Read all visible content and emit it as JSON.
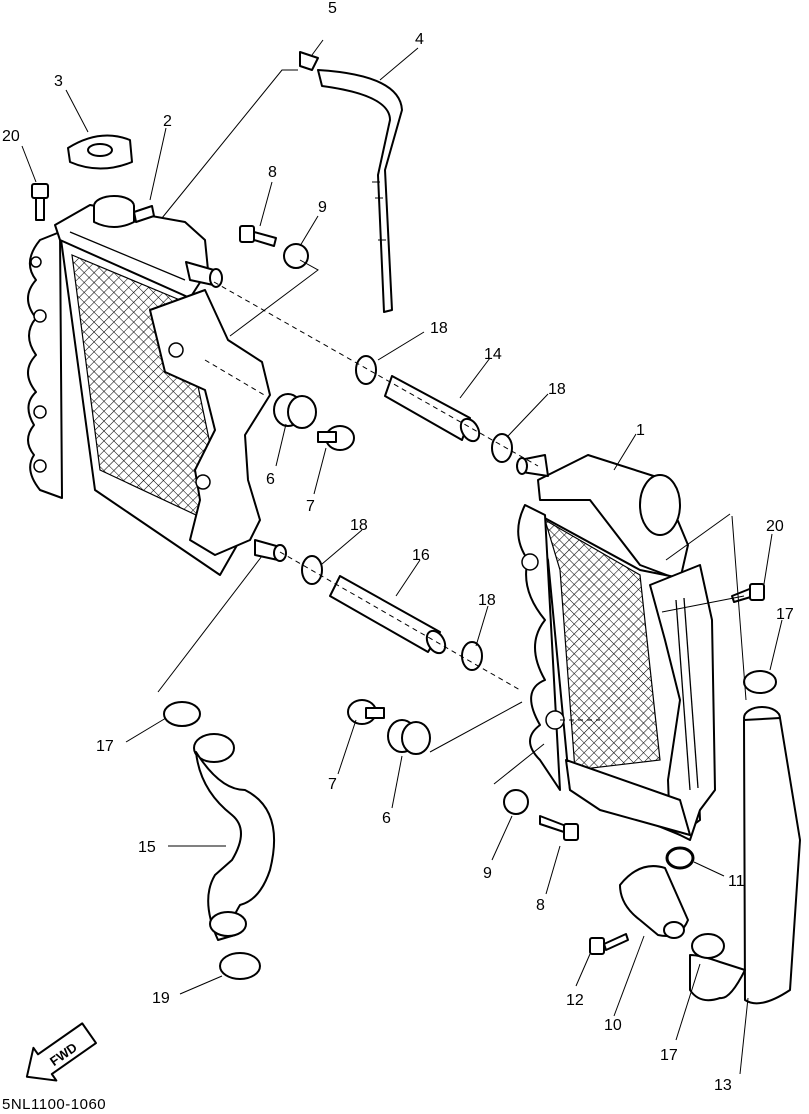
{
  "diagram": {
    "footer_code": "5NL1100-1060",
    "direction_label": "FWD",
    "callouts": [
      "1",
      "2",
      "3",
      "4",
      "5",
      "6",
      "7",
      "8",
      "9",
      "10",
      "11",
      "12",
      "13",
      "14",
      "15",
      "16",
      "17",
      "18",
      "19",
      "20"
    ]
  }
}
